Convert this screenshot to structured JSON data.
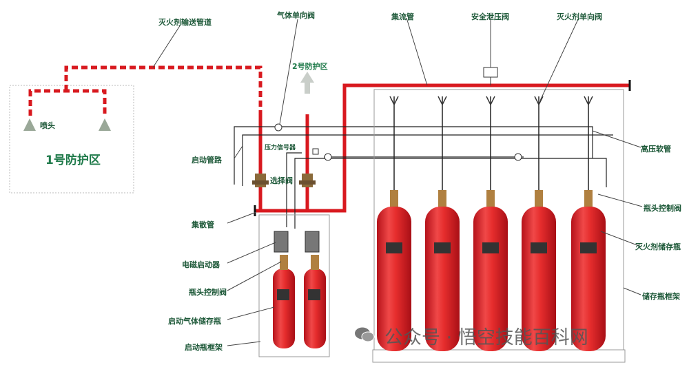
{
  "labels": {
    "pipe_agent": "灭火剂输送管道",
    "gas_check_valve": "气体单向阀",
    "manifold": "集流管",
    "safety_relief_valve": "安全泄压阀",
    "agent_check_valve": "灭火剂单向阀",
    "zone2": "2号防护区",
    "nozzle": "喷头",
    "zone1": "1号防护区",
    "start_pipe": "启动管路",
    "pressure_switch": "压力信号器",
    "selector_valve": "选择阀",
    "high_pressure_hose": "高压软管",
    "collecting_pipe": "集散管",
    "bottle_valve_right": "瓶头控制阀",
    "electromagnetic_starter": "电磁启动器",
    "agent_cylinder": "灭火剂储存瓶",
    "bottle_valve_left": "瓶头控制阀",
    "start_gas_cylinder": "启动气体储存瓶",
    "storage_frame": "储存瓶框架",
    "start_frame": "启动瓶框架"
  },
  "watermark": "公众号 · 悟空技能百科网",
  "colors": {
    "pipe": "#d8191f",
    "label": "#1f5a3a",
    "line": "#222222",
    "cylinder": "#e02a2a"
  }
}
